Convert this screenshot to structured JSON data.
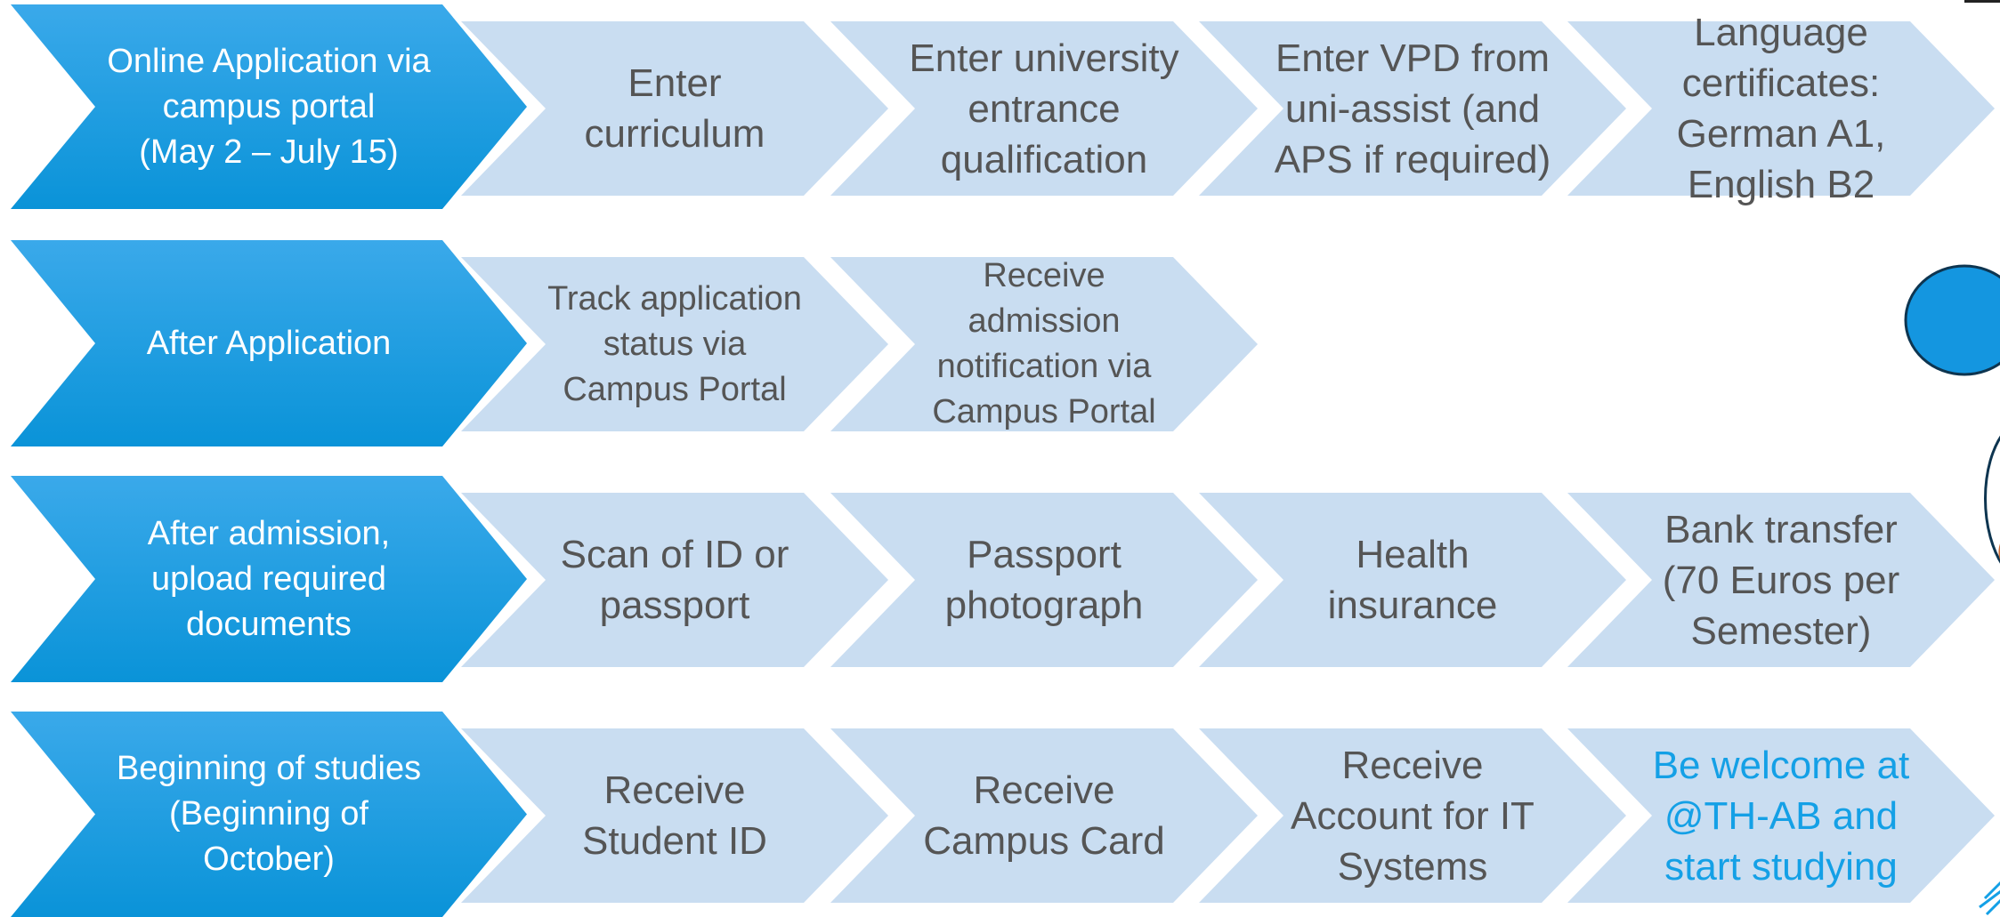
{
  "colors": {
    "header_top": "#3aa9ea",
    "header_bottom": "#0a93d8",
    "step_fill": "#c9ddf1",
    "step_text": "#555555",
    "accent_text": "#14a0e6",
    "circle_fill": "#1496e0"
  },
  "rows": [
    {
      "header": "Online Application via\ncampus portal\n(May 2 – July 15)",
      "steps": [
        {
          "text": "Enter\ncurriculum"
        },
        {
          "text": "Enter university\nentrance\nqualification"
        },
        {
          "text": "Enter VPD from\nuni-assist (and\nAPS if required)"
        },
        {
          "text": "Language\ncertificates:\nGerman A1,\nEnglish B2"
        }
      ]
    },
    {
      "header": "After Application",
      "steps": [
        {
          "text": "Track application\nstatus via\nCampus Portal",
          "small": true
        },
        {
          "text": "Receive\nadmission\nnotification via\nCampus Portal",
          "small": true
        }
      ]
    },
    {
      "header": "After admission,\nupload required\ndocuments",
      "steps": [
        {
          "text": "Scan of ID or\npassport"
        },
        {
          "text": "Passport\nphotograph"
        },
        {
          "text": "Health\ninsurance"
        },
        {
          "text": "Bank transfer\n(70 Euros per\nSemester)"
        }
      ]
    },
    {
      "header": "Beginning of studies\n(Beginning of\nOctober)",
      "steps": [
        {
          "text": "Receive\nStudent ID"
        },
        {
          "text": "Receive\nCampus Card"
        },
        {
          "text": "Receive\nAccount for IT\nSystems"
        },
        {
          "text": "Be welcome at\n@TH-AB and\nstart studying",
          "accent": true
        }
      ]
    }
  ]
}
